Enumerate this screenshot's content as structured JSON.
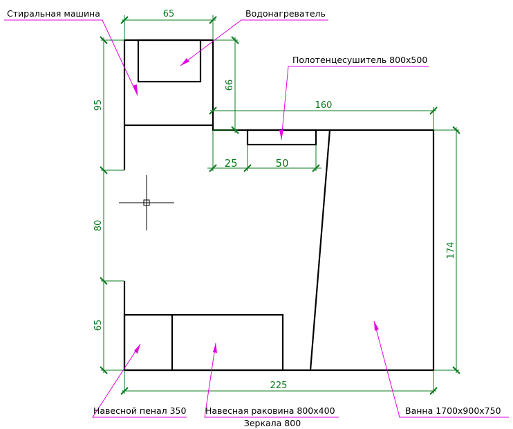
{
  "colors": {
    "walls": "#000000",
    "dimensions": "#0a7a1e",
    "leaders": "#e000e0"
  },
  "dimensions": {
    "top_width": "65",
    "left_upper": "95",
    "heater_height": "66",
    "top_wall": "160",
    "right_wall": "174",
    "offset": "25",
    "rail_width": "50",
    "left_middle": "80",
    "left_lower": "65",
    "bottom_wall": "225"
  },
  "labels": {
    "washing_machine": "Стиральная машина",
    "water_heater": "Водонагреватель",
    "towel_rail": "Полотенцесушитель 800x500",
    "cabinet": "Навесной пенал 350",
    "sink": "Навесная раковина 800x400",
    "mirror": "Зеркала 800",
    "bath": "Ванна 1700x900x750"
  }
}
